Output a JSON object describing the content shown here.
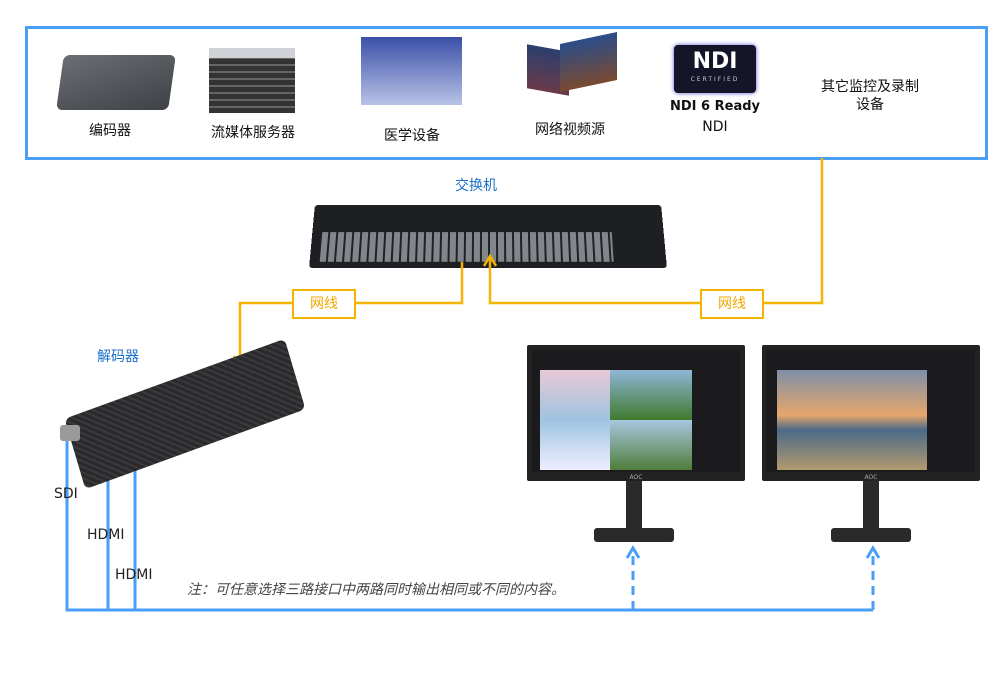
{
  "sources": [
    {
      "label": "编码器",
      "icon": "encoder-device-icon"
    },
    {
      "label": "流媒体服务器",
      "icon": "media-server-icon"
    },
    {
      "label": "医学设备",
      "icon": "medical-equipment-icon"
    },
    {
      "label": "网络视频源",
      "icon": "video-wall-icon"
    },
    {
      "label": "NDI 6 Ready",
      "sub": "NDI",
      "logo_text": "NDI",
      "logo_sub": "CERTIFIED",
      "icon": "ndi-logo-icon"
    },
    {
      "label": "其它监控及录制",
      "label2": "设备"
    }
  ],
  "switch": {
    "label": "交换机"
  },
  "cables": {
    "left": "网线",
    "right": "网线"
  },
  "decoder": {
    "label": "解码器"
  },
  "ports": [
    "SDI",
    "HDMI",
    "HDMI"
  ],
  "monitors": {
    "brand": "AOC"
  },
  "note": "注：可任意选择三路接口中两路同时输出相同或不同的内容。",
  "colors": {
    "frame": "#4a9ef5",
    "network": "#f5b400",
    "label_blue": "#1a6fc8"
  }
}
